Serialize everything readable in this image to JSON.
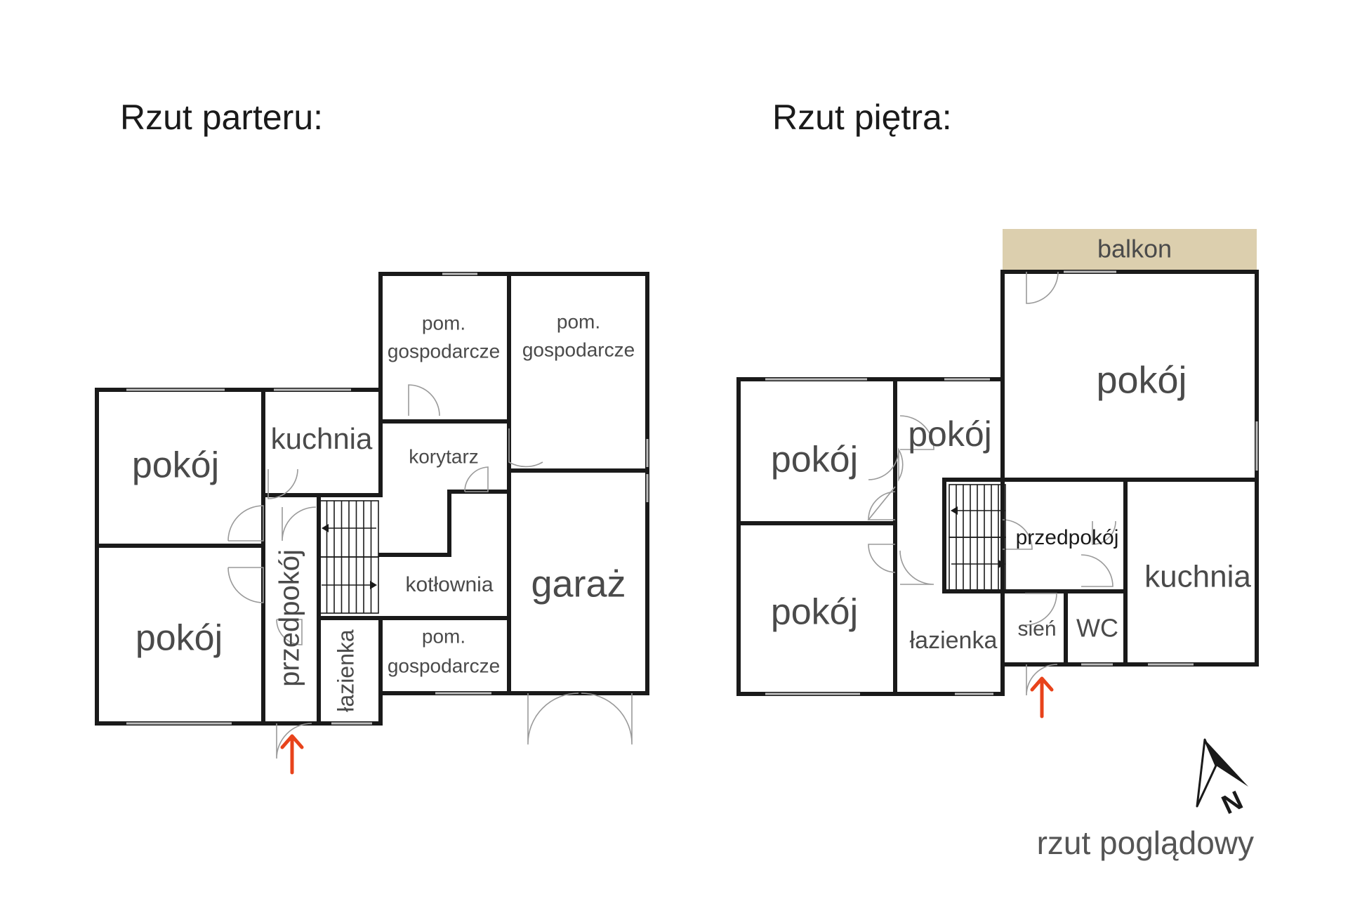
{
  "headings": {
    "ground_floor": "Rzut parteru:",
    "upper_floor": "Rzut piętra:"
  },
  "ground_floor": {
    "rooms": {
      "room_1": "pokój",
      "room_2": "pokój",
      "kitchen": "kuchnia",
      "hall": "przedpokój",
      "bathroom": "łazienka",
      "utility_1_line1": "pom.",
      "utility_1_line2": "gospodarcze",
      "utility_2_line1": "pom.",
      "utility_2_line2": "gospodarcze",
      "utility_3_line1": "pom.",
      "utility_3_line2": "gospodarcze",
      "corridor": "korytarz",
      "boiler_room": "kotłownia",
      "garage": "garaż"
    }
  },
  "upper_floor": {
    "balcony": "balkon",
    "rooms": {
      "room_large": "pokój",
      "room_small": "pokój",
      "room_left_top": "pokój",
      "room_left_bottom": "pokój",
      "hall": "przedpokój",
      "kitchen": "kuchnia",
      "bathroom": "łazienka",
      "vestibule": "sień",
      "wc": "WC"
    },
    "balcony_color": "#dccfae"
  },
  "compass": {
    "north_label": "N"
  },
  "note": "rzut poglądowy",
  "colors": {
    "walls": "#1a1a1a",
    "entry_arrow": "#e8431b",
    "balcony": "#dccfae"
  }
}
